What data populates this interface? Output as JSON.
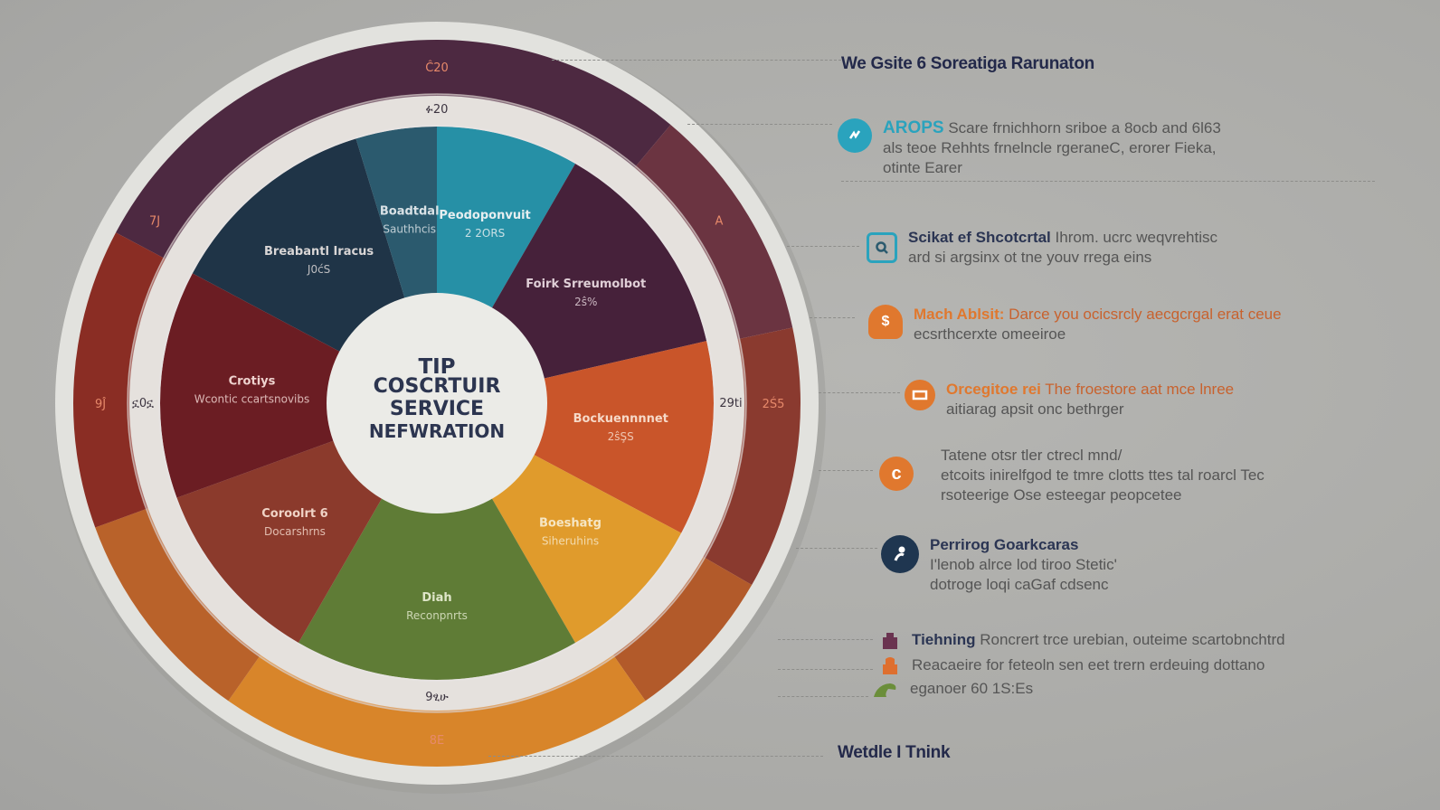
{
  "colors": {
    "background": "#acacaa",
    "rim": "#e2e2de",
    "center_disc": "#ebebe7",
    "title_navy": "#23294a",
    "teal": "#2aa3bd",
    "orange": "#e0782e",
    "text_gray": "#555555"
  },
  "chart_data": {
    "type": "pie",
    "title": "TIP COSCRTUIR SERVICE NEFWRATION",
    "center_lines": [
      "TIP",
      "COSCRTUIR",
      "SERVICE",
      "NEFWRATION"
    ],
    "inner_slices": [
      {
        "label": "Breabantl Iracus",
        "sub": "J0ćS",
        "share": 45,
        "color": "#1f3447",
        "text_color": "#d9d6d6"
      },
      {
        "label": "Boadtdal",
        "sub": "Sauthhcis",
        "share": 17,
        "color": "#2b5a6e",
        "text_color": "#d9e2e6"
      },
      {
        "label": "Peodoponvuit",
        "sub": "2 2ORS",
        "share": 30,
        "color": "#2690a6",
        "text_color": "#e6eef0"
      },
      {
        "label": "Foirk Srreumolbot",
        "sub": "2ŝ%",
        "share": 47,
        "color": "#46213a",
        "text_color": "#e0cfd7"
      },
      {
        "label": "Bockuennnnet",
        "sub": "2ŝŞS",
        "share": 41,
        "color": "#c9552a",
        "text_color": "#f6d9c8"
      },
      {
        "label": "Boeshatg",
        "sub": "Siheruhins",
        "share": 32,
        "color": "#e09b2c",
        "text_color": "#f6e6c4"
      },
      {
        "label": "Diah",
        "sub": "Reconpnrts",
        "share": 60,
        "color": "#5f7c36",
        "text_color": "#dfe6c9"
      },
      {
        "label": "Coroolrt 6",
        "sub": "Docarshrns",
        "share": 40,
        "color": "#8b3a2c",
        "text_color": "#f0d3c6"
      },
      {
        "label": "Crotiys",
        "sub": "Wcontic ccartsnovibs",
        "share": 48,
        "color": "#6b1d23",
        "text_color": "#efd3cf"
      }
    ],
    "outer_ring": [
      {
        "label": "Ĉ20",
        "share": 102,
        "color": "#4d2941"
      },
      {
        "label": "A",
        "share": 38,
        "color": "#6b3441"
      },
      {
        "label": "2Ś5",
        "share": 42,
        "color": "#8a3a2f"
      },
      {
        "label": "",
        "share": 25,
        "color": "#b25a2a"
      },
      {
        "label": "8E",
        "share": 70,
        "color": "#d8852a"
      },
      {
        "label": "",
        "share": 35,
        "color": "#b9622a"
      },
      {
        "label": "9Ĵ",
        "share": 48,
        "color": "#8a2d24"
      },
      {
        "label": "7J",
        "share": 0,
        "color": "#4d2941"
      }
    ],
    "band_labels": [
      {
        "label": "ፉ20",
        "angle": 0
      },
      {
        "label": "ኗ0ኗ",
        "angle": -90
      },
      {
        "label": "29ti",
        "angle": 90
      },
      {
        "label": "9ፂሁ",
        "angle": 180
      }
    ]
  },
  "panel": {
    "title": "We Gsite 6 Soreatiga Rarunaton",
    "footer": "Wetdle I Tnink",
    "items": [
      {
        "icon": "teal-badge-icon",
        "head": "AROPS",
        "head_color": "#2aa3bd",
        "lines": [
          "Scare frnichhorn sriboe a 8ocb and 6l63",
          "als teoe Rehhts frnelncle rgeraneC, erorer Fieka,",
          "otinte Earer"
        ]
      },
      {
        "icon": "search-box-icon",
        "head": "Scikat ef Shcotcrtal",
        "head_color": "#2b3553",
        "lines": [
          "Ihrom. ucrc weqvrehtisc",
          "ard si argsinx ot tne youv rrega eins"
        ]
      },
      {
        "icon": "orange-dollar-icon",
        "head": "Mach Ablsit:",
        "head_color": "#e0782e",
        "lines": [
          "Darce you ocicsrcly aecgcrgal erat ceue",
          "ecsrthcerxte omeeiroe"
        ]
      },
      {
        "icon": "orange-box-icon",
        "head": "Orcegitoe rei",
        "head_color": "#e0782e",
        "lines": [
          "The froestore aat mce lnree",
          "aitiarag apsit onc bethrger"
        ]
      },
      {
        "icon": "orange-c-icon",
        "head": "",
        "head_color": "#e0782e",
        "lines": [
          "Tatene otsr tler ctrecl mnd/",
          "etcoits inirelfgod te tmre clotts ttes tal roarcl Tec",
          "rsoteerige Ose esteegar peopcetee"
        ]
      },
      {
        "icon": "navy-person-icon",
        "head": "Perrirog Goarkcaras",
        "head_color": "#2b3553",
        "lines": [
          "I'lenob alrce lod tiroo Stetic'",
          "dotroge loqi caGaf cdsenc"
        ]
      }
    ],
    "bullets": [
      {
        "icon": "purple-building-icon",
        "color": "#6a3350",
        "head": "Tiehning",
        "text": "Roncrert trce urebian, outeime scartobnchtrd"
      },
      {
        "icon": "orange-house-icon",
        "color": "#de6f2f",
        "head": "",
        "text": "Reacaeire for feteoln sen eet trern erdeuing dottano"
      },
      {
        "icon": "green-leaf-icon",
        "color": "#6b8e3a",
        "head": "",
        "text": "eganoer 60 1S:Es"
      }
    ]
  }
}
